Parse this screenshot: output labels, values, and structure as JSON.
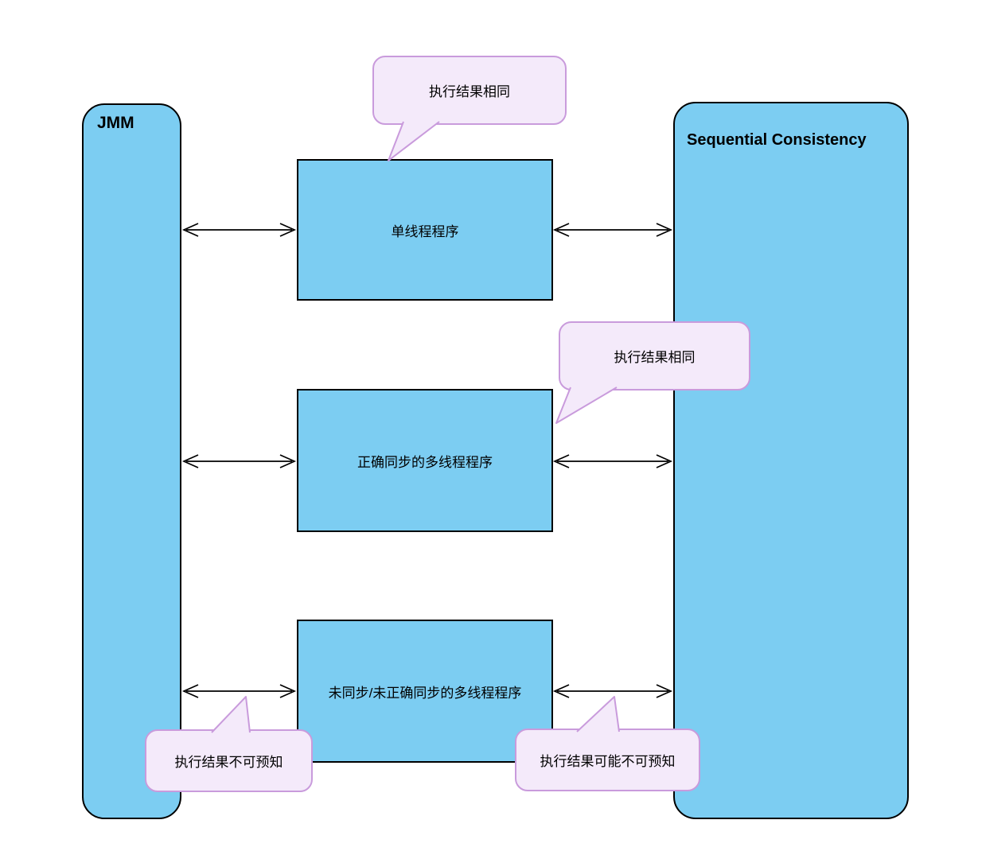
{
  "panels": {
    "jmm": {
      "label": "JMM"
    },
    "sequential_consistency": {
      "label": "Sequential Consistency"
    }
  },
  "nodes": [
    {
      "label": "单线程程序"
    },
    {
      "label": "正确同步的多线程程序"
    },
    {
      "label": "未同步/未正确同步的多线程程序"
    }
  ],
  "callouts": [
    {
      "label": "执行结果相同"
    },
    {
      "label": "执行结果相同"
    },
    {
      "label": "执行结果不可预知"
    },
    {
      "label": "执行结果可能不可预知"
    }
  ],
  "colors": {
    "node-fill": "#7CCDF2",
    "node-border": "#000000",
    "callout-fill": "#F4EAFA",
    "callout-border": "#C99BDC",
    "arrow": "#000000",
    "text": "#000000",
    "background": "#FFFFFF"
  }
}
